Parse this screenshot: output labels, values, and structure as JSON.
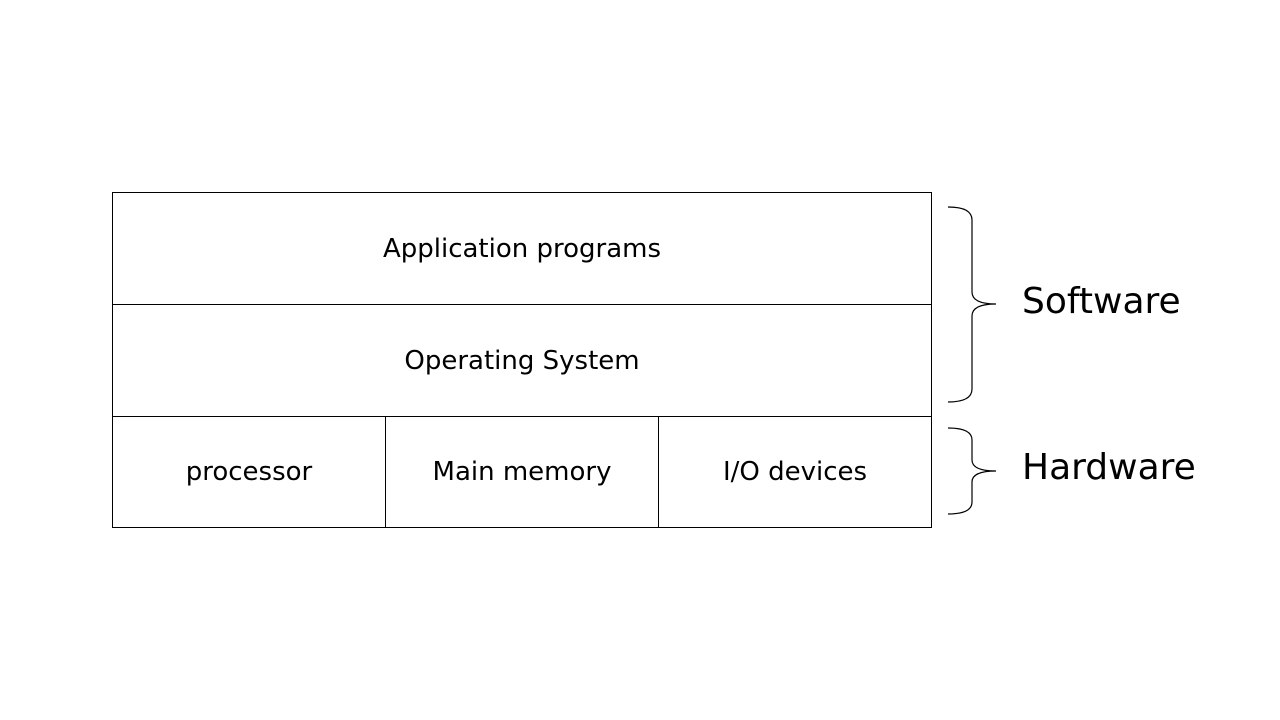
{
  "layers": {
    "application": "Application programs",
    "os": "Operating System",
    "hardware": [
      "processor",
      "Main memory",
      "I/O devices"
    ]
  },
  "groups": {
    "software": "Software",
    "hardware": "Hardware"
  },
  "colors": {
    "line": "#000000",
    "background": "#ffffff"
  }
}
